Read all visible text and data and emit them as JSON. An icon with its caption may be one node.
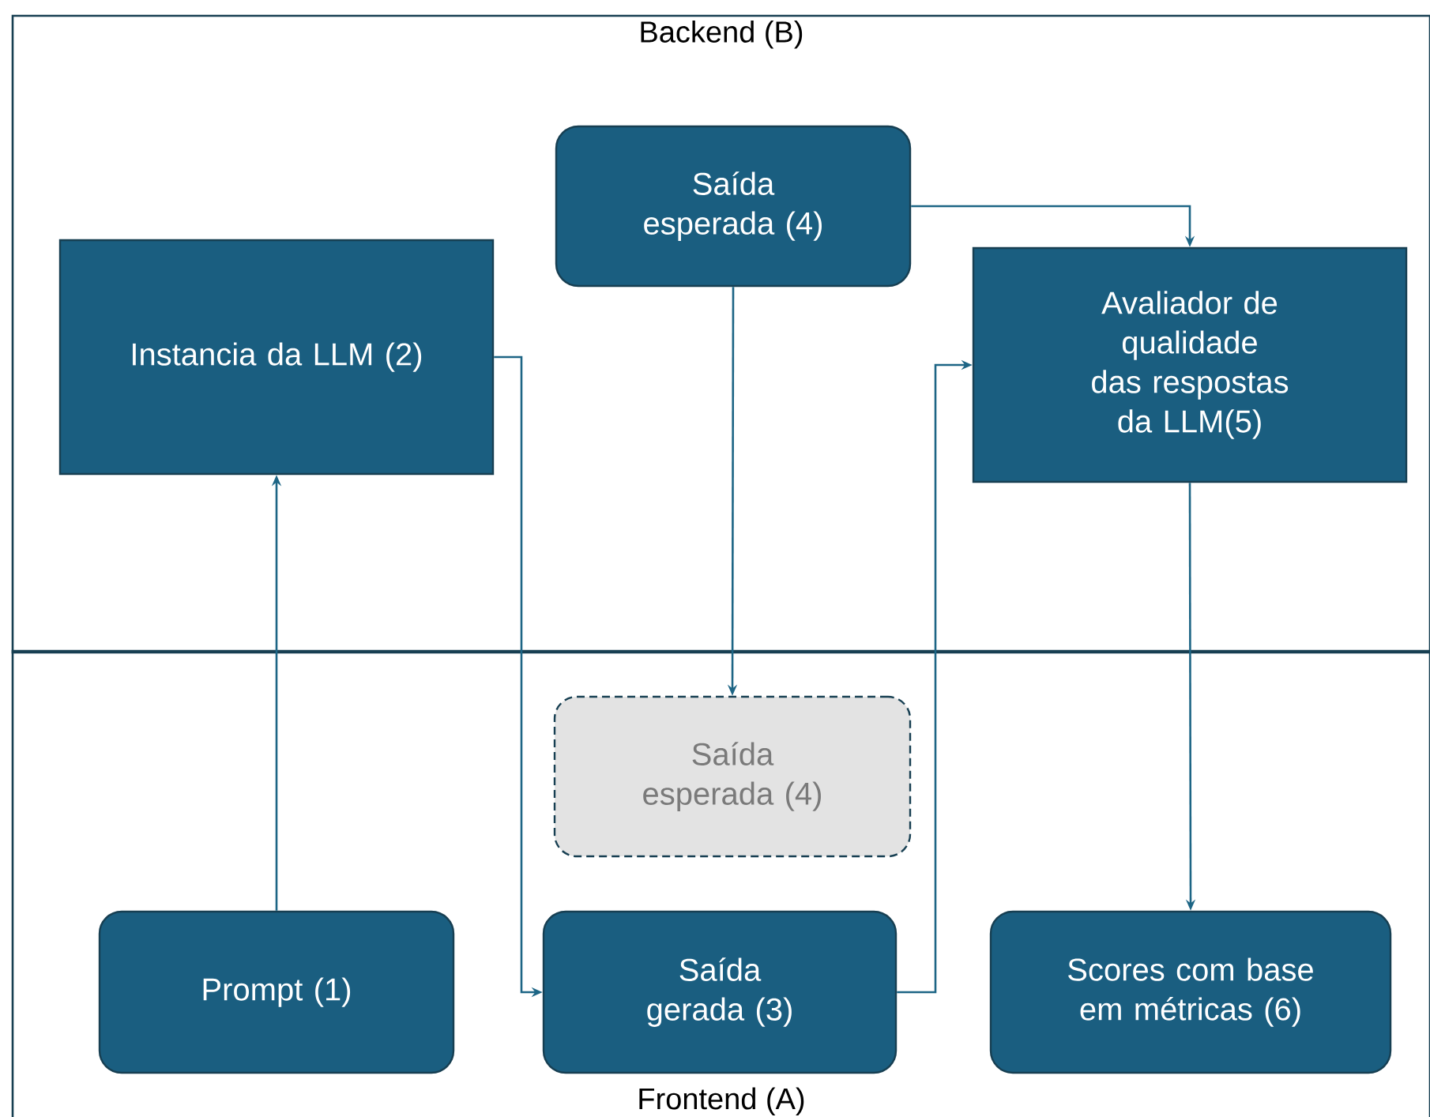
{
  "diagram": {
    "nodes": [
      {
        "text": [
          "Backend (B)"
        ]
      },
      {
        "text": [
          "Instancia da LLM (2)"
        ],
        "in": 0
      },
      {
        "text": [
          "Saída esperada (4)"
        ],
        "in": 0
      },
      {
        "text": [
          "Avaliador de qualidade das respostas da LLM(5)"
        ],
        "in": 0
      },
      {
        "text": [
          "Frontend (A)"
        ]
      },
      {
        "text": [
          "Saída esperada (4)"
        ],
        "in": 4
      },
      {
        "text": [
          "Prompt (1)"
        ],
        "in": 4
      },
      {
        "text": [
          "Saída gerada (3)"
        ],
        "in": 4
      },
      {
        "text": [
          "Scores com base em métricas (6)"
        ],
        "in": 4
      }
    ],
    "edges": [
      {
        "from": 6,
        "to": 1,
        "arrow": "to"
      },
      {
        "from": 1,
        "to": 7,
        "arrow": "to"
      },
      {
        "from": 2,
        "to": 3,
        "arrow": "to"
      },
      {
        "from": 2,
        "to": 5,
        "arrow": "to"
      },
      {
        "from": 7,
        "to": 3,
        "arrow": "to"
      },
      {
        "from": 3,
        "to": 8,
        "arrow": "to"
      }
    ]
  }
}
